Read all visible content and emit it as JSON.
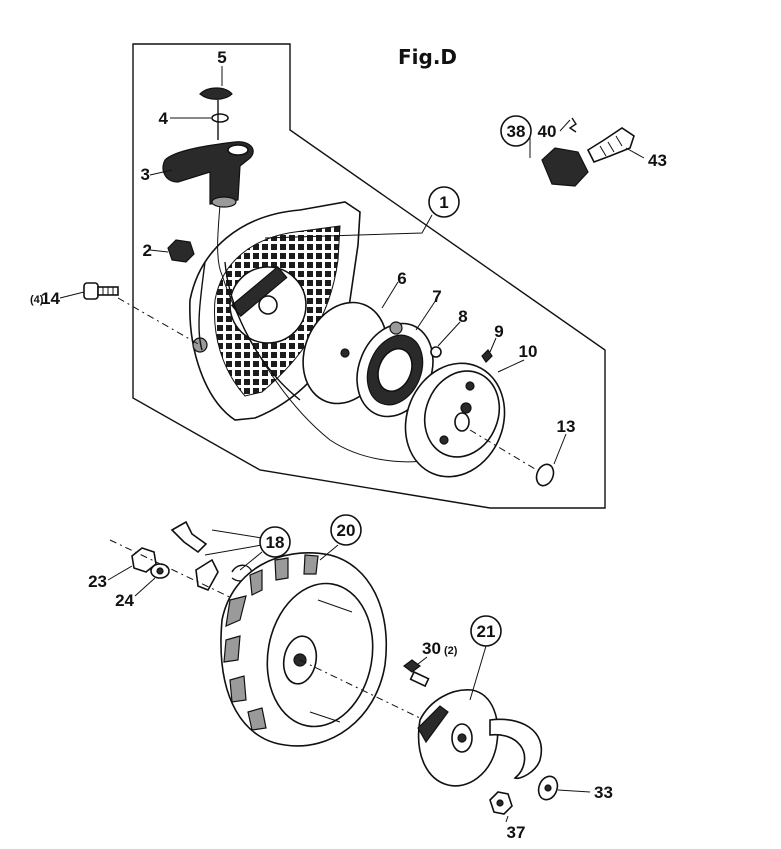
{
  "figure": {
    "title": "Fig.D"
  },
  "callouts": {
    "p1": "1",
    "p2": "2",
    "p3": "3",
    "p4": "4",
    "p5": "5",
    "p6": "6",
    "p7": "7",
    "p8": "8",
    "p9": "9",
    "p10": "10",
    "p13": "13",
    "p14": "14",
    "p14_qty": "(4)",
    "p18": "18",
    "p20": "20",
    "p21": "21",
    "p23": "23",
    "p24": "24",
    "p30": "30",
    "p30_qty": "(2)",
    "p33": "33",
    "p37": "37",
    "p38": "38",
    "p40": "40",
    "p43": "43"
  }
}
